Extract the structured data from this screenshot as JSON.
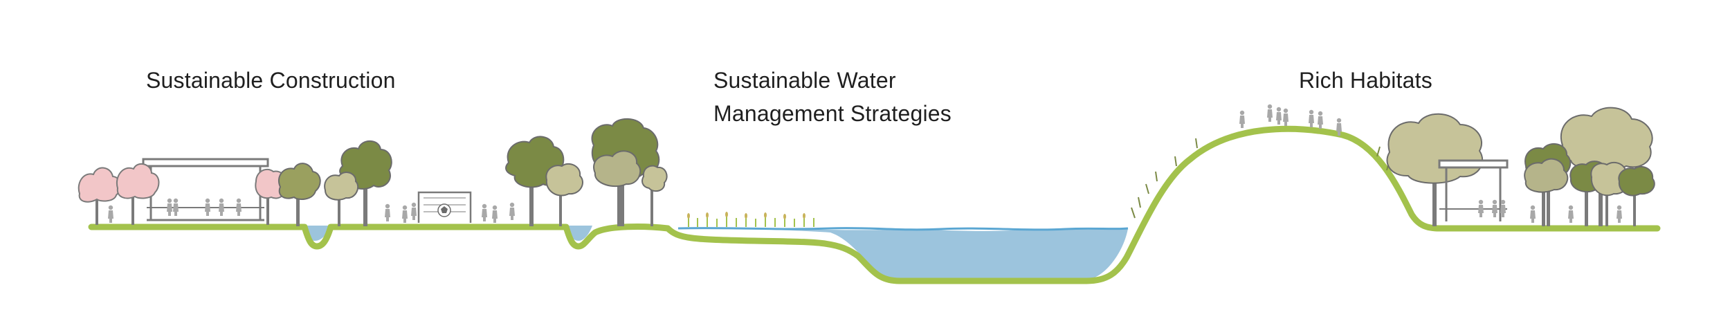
{
  "labels": {
    "construction": "Sustainable Construction",
    "water_line1": "Sustainable Water",
    "water_line2": "Management Strategies",
    "habitats": "Rich Habitats"
  },
  "colors": {
    "ground": "#a3c24c",
    "water": "#9cc4dd",
    "water_edge": "#5aa6d2",
    "tree_olive": "#7b8a45",
    "tree_light": "#b5b48a",
    "tree_khaki": "#c6c399",
    "tree_pink": "#f2c6c8",
    "outline": "#6b6b6b",
    "people": "#a8a8a8"
  }
}
